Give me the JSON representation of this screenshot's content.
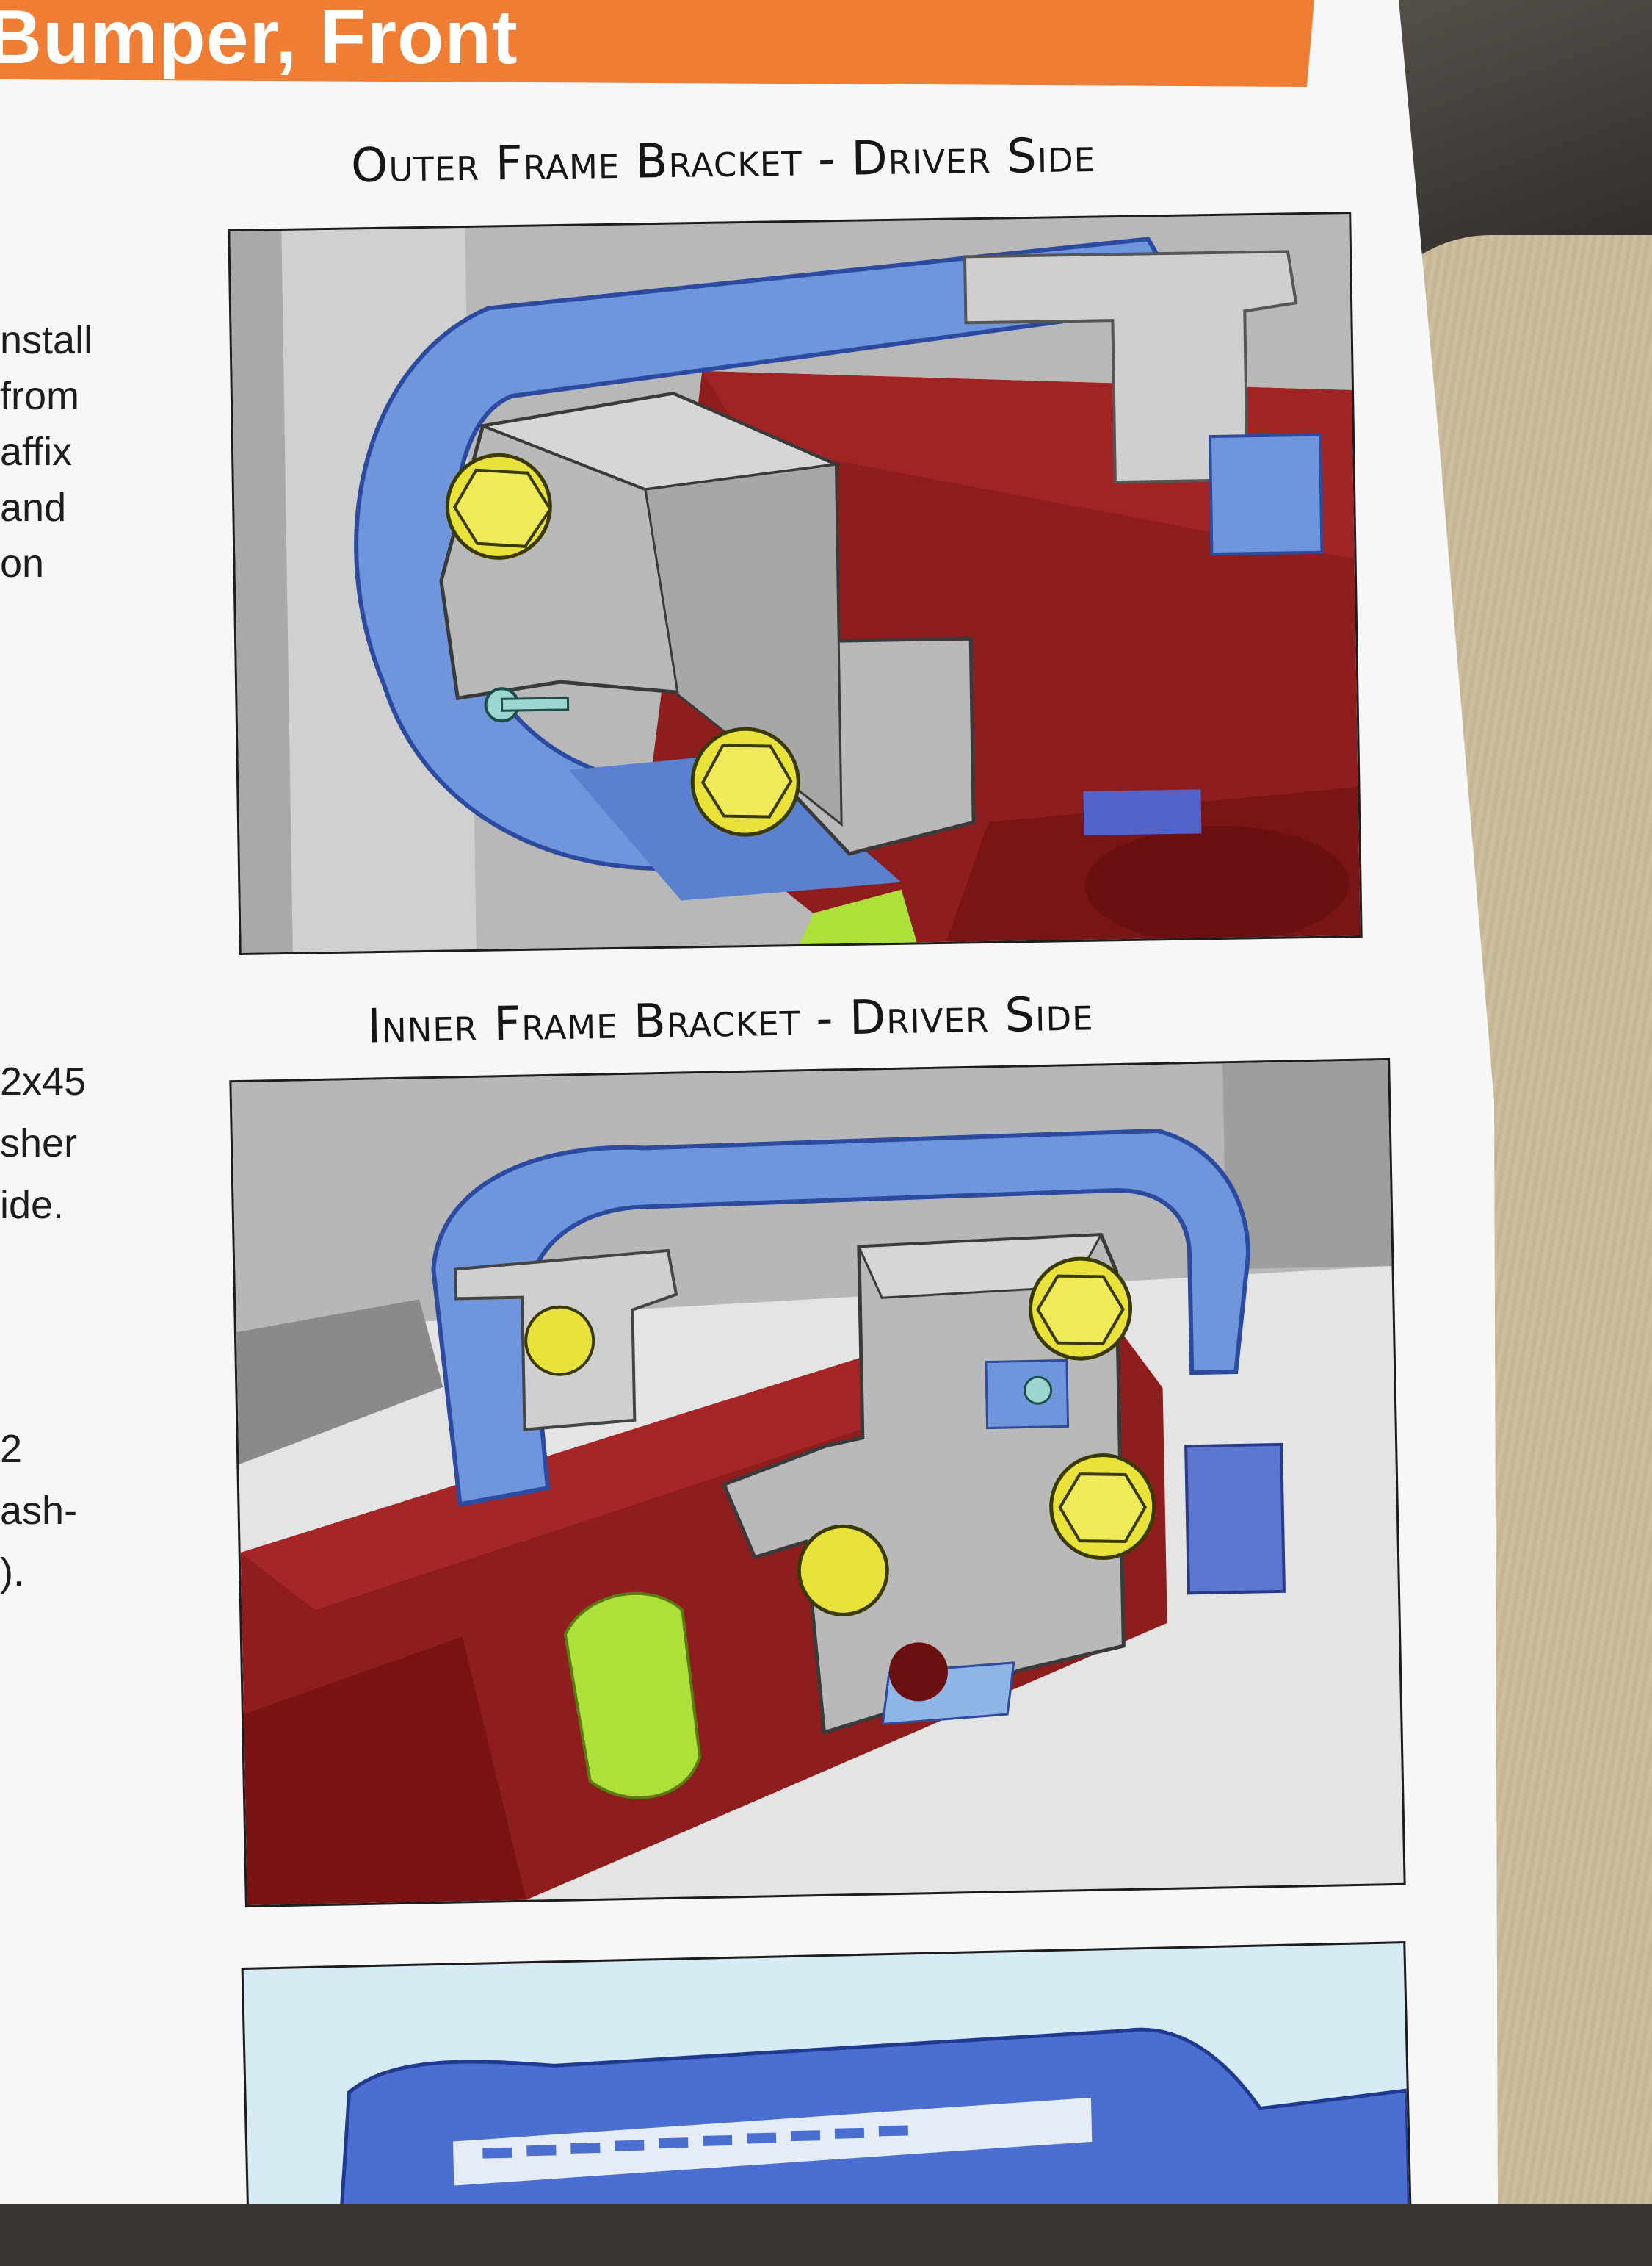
{
  "header": {
    "title": "Bumper, Front"
  },
  "figures": [
    {
      "caption": "Outer Frame Bracket - Driver Side"
    },
    {
      "caption": "Inner Frame Bracket - Driver Side"
    }
  ],
  "side_text": {
    "block1": [
      "nstall",
      "from",
      "affix",
      "and",
      "on"
    ],
    "block2": [
      "2x45",
      "sher",
      "ide."
    ],
    "block3": [
      "2",
      "ash-",
      ")."
    ]
  },
  "colors": {
    "header": "#ef7d34",
    "frame_rail": "#8e1e1e",
    "bracket": "#b9b9b9",
    "bumper": "#6f96dc",
    "bolt": "#e8e23a",
    "grommet": "#aee03a"
  }
}
